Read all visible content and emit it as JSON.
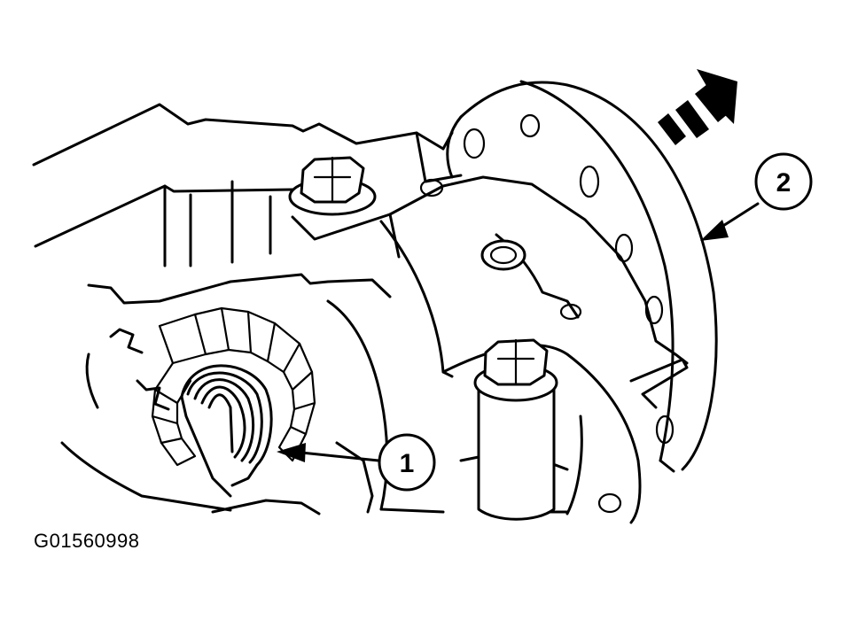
{
  "callouts": [
    {
      "number": "1"
    },
    {
      "number": "2"
    }
  ],
  "figure_id": "G01560998",
  "colors": {
    "line": "#000000",
    "background": "#ffffff"
  }
}
